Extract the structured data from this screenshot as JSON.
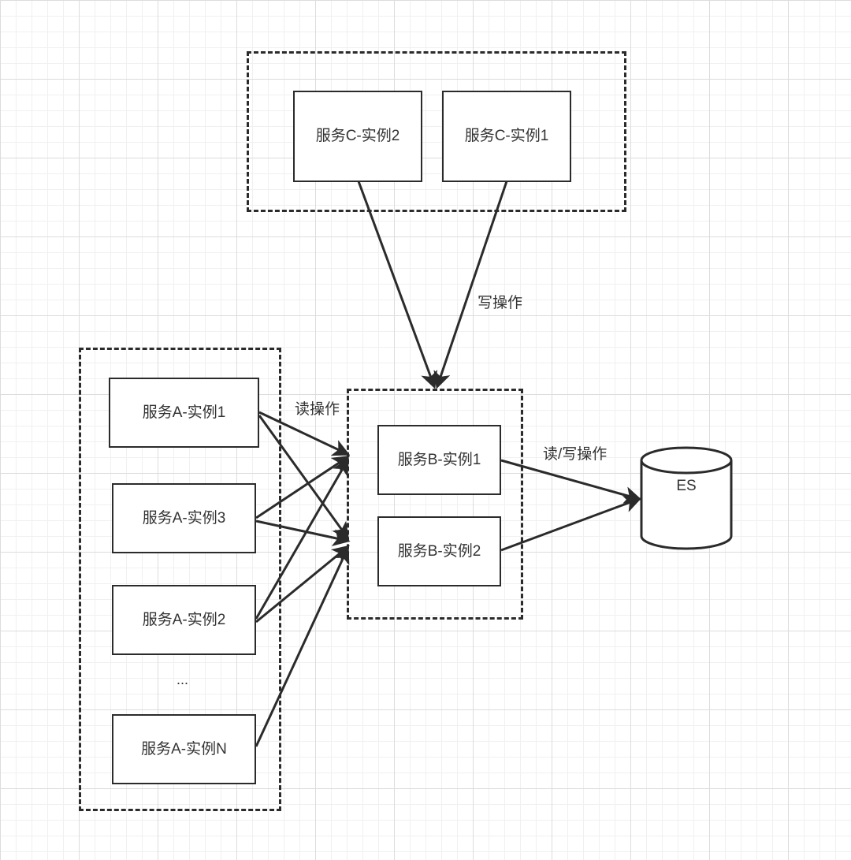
{
  "diagram": {
    "groups": {
      "service_c": "",
      "service_a": "",
      "service_b": ""
    },
    "nodes": {
      "c2": "服务C-实例2",
      "c1": "服务C-实例1",
      "a1": "服务A-实例1",
      "a3": "服务A-实例3",
      "a2": "服务A-实例2",
      "an": "服务A-实例N",
      "b1": "服务B-实例1",
      "b2": "服务B-实例2",
      "es": "ES"
    },
    "ellipsis": "...",
    "edge_labels": {
      "write": "写操作",
      "read": "读操作",
      "read_write": "读/写操作"
    },
    "colors": {
      "stroke": "#2b2b2b",
      "text": "#333333",
      "grid_major": "#dcdcdc",
      "grid_minor": "#f0f0f0"
    }
  }
}
